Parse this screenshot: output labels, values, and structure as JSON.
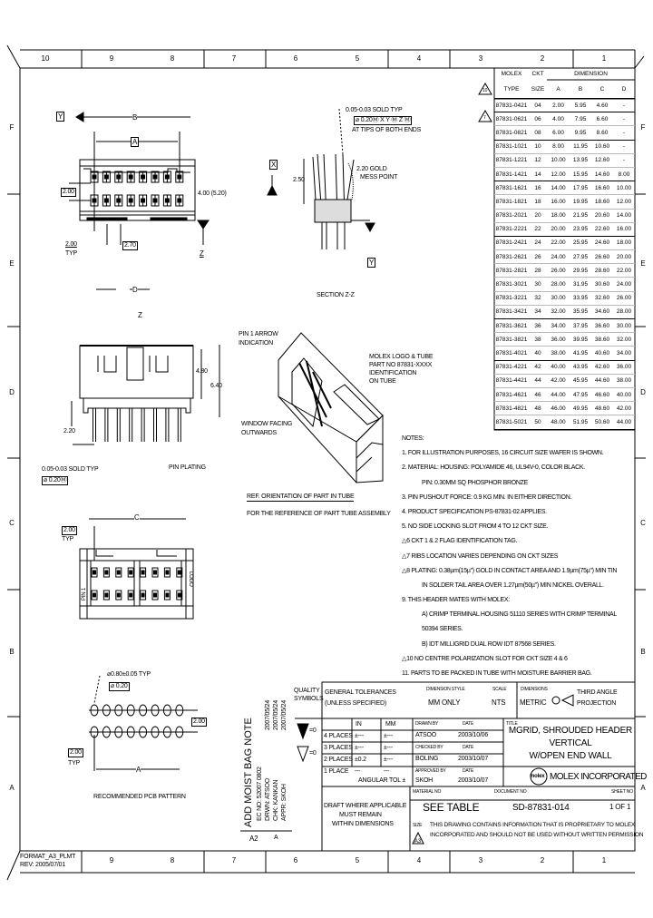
{
  "frame": {
    "columns": [
      "10",
      "9",
      "8",
      "7",
      "6",
      "5",
      "4",
      "3",
      "2",
      "1"
    ],
    "rows": [
      "F",
      "E",
      "D",
      "C",
      "B",
      "A"
    ],
    "format_label": "FORMAT_A3_PLMT",
    "format_revision": "REV: 2005/07/01"
  },
  "views": {
    "top": {
      "label_b": "B",
      "label_a": "A",
      "dim_pitch": "2.00",
      "dim_height": "4.00 (5.20)",
      "dim_left": "2.00",
      "dim_left_sub": "TYP",
      "dim_mid": "2.70",
      "datum_y": "Y",
      "datum_z": "Z"
    },
    "section": {
      "title": "SECTION Z-Z",
      "datum_x": "X",
      "datum_y": "Y",
      "dim_height": "2.50",
      "gold_note_1": "2.20 GOLD",
      "gold_note_2": "MESS POINT",
      "tol_note": "0.05-0.03 SOLD TYP",
      "tol_frame": "⌀ 0.20Ⓜ X Y Ⓜ Z Ⓜ",
      "tips_note": "AT TIPS OF BOTH ENDS"
    },
    "side": {
      "label_d": "D",
      "label_z": "Z",
      "dim_a": "4.80",
      "dim_b": "6.40",
      "dim_tail": "2.20",
      "tol_note": "0.05-0.03 SOLD TYP",
      "tol_frame": "⌀ 0.20Ⓜ",
      "pin_plating": "PIN PLATING"
    },
    "bottom": {
      "label_c": "C",
      "dim_pitch": "2.00",
      "dim_sub": "TYP",
      "mark_left": "PIN 1",
      "mark_right": "LOGO"
    },
    "pcb": {
      "title": "RECOMMENDED PCB PATTERN",
      "hole_note": "⌀0.80±0.05 TYP",
      "hole_frame": "⌀ 0.20",
      "dim_row": "2.00",
      "dim_pitch": "2.00",
      "dim_sub": "TYP",
      "label_a": "A"
    },
    "iso": {
      "pin1": "PIN 1 ARROW",
      "pin1b": "INDICATION",
      "logo1": "MOLEX LOGO & TUBE",
      "logo2": "PART NO 87831-XXXX",
      "logo3": "IDENTIFICATION",
      "logo4": "ON TUBE",
      "window1": "WINDOW FACING",
      "window2": "OUTWARDS",
      "ref1": "REF. ORIENTATION OF PART IN TUBE",
      "ref2": "FOR THE REFERENCE OF PART TUBE ASSEMBLY"
    }
  },
  "table": {
    "header": {
      "part": "MOLEX",
      "part2": "TYPE",
      "ckt": "CKT",
      "ckt2": "SIZE",
      "dimension": "DIMENSION",
      "a": "A",
      "b": "B",
      "c": "C",
      "d": "D"
    },
    "rows": [
      [
        "87831-0421",
        "04",
        "2.00",
        "5.95",
        "4.60",
        "-"
      ],
      [
        "87831-0621",
        "06",
        "4.00",
        "7.95",
        "6.60",
        "-"
      ],
      [
        "87831-0821",
        "08",
        "6.00",
        "9.95",
        "8.60",
        "-"
      ],
      [
        "87831-1021",
        "10",
        "8.00",
        "11.95",
        "10.60",
        "-"
      ],
      [
        "87831-1221",
        "12",
        "10.00",
        "13.95",
        "12.60",
        "-"
      ],
      [
        "87831-1421",
        "14",
        "12.00",
        "15.95",
        "14.60",
        "8.00"
      ],
      [
        "87831-1621",
        "16",
        "14.00",
        "17.95",
        "16.60",
        "10.00"
      ],
      [
        "87831-1821",
        "18",
        "16.00",
        "19.95",
        "18.60",
        "12.00"
      ],
      [
        "87831-2021",
        "20",
        "18.00",
        "21.95",
        "20.60",
        "14.00"
      ],
      [
        "87831-2221",
        "22",
        "20.00",
        "23.95",
        "22.60",
        "16.00"
      ],
      [
        "87831-2421",
        "24",
        "22.00",
        "25.95",
        "24.60",
        "18.00"
      ],
      [
        "87831-2621",
        "26",
        "24.00",
        "27.95",
        "26.60",
        "20.00"
      ],
      [
        "87831-2821",
        "28",
        "26.00",
        "29.95",
        "28.60",
        "22.00"
      ],
      [
        "87831-3021",
        "30",
        "28.00",
        "31.95",
        "30.60",
        "24.00"
      ],
      [
        "87831-3221",
        "32",
        "30.00",
        "33.95",
        "32.60",
        "26.00"
      ],
      [
        "87831-3421",
        "34",
        "32.00",
        "35.95",
        "34.60",
        "28.00"
      ],
      [
        "87831-3621",
        "36",
        "34.00",
        "37.95",
        "36.60",
        "30.00"
      ],
      [
        "87831-3821",
        "38",
        "36.00",
        "39.95",
        "38.60",
        "32.00"
      ],
      [
        "87831-4021",
        "40",
        "38.00",
        "41.95",
        "40.60",
        "34.00"
      ],
      [
        "87831-4221",
        "42",
        "40.00",
        "43.95",
        "42.60",
        "36.00"
      ],
      [
        "87831-4421",
        "44",
        "42.00",
        "45.95",
        "44.60",
        "38.00"
      ],
      [
        "87831-4621",
        "46",
        "44.00",
        "47.95",
        "46.60",
        "40.00"
      ],
      [
        "87831-4821",
        "48",
        "46.00",
        "49.95",
        "48.60",
        "42.00"
      ],
      [
        "87831-5021",
        "50",
        "48.00",
        "51.95",
        "50.60",
        "44.00"
      ]
    ],
    "flag_10": "10",
    "flag_7": "7"
  },
  "notes": {
    "title": "NOTES:",
    "items": [
      {
        "text": "1. FOR ILLUSTRATION PURPOSES, 16 CIRCUIT SIZE WAFER IS SHOWN.",
        "flag": false,
        "indent": false
      },
      {
        "text": "2. MATERIAL: HOUSING: POLYAMIDE 46, UL94V-0, COLOR BLACK.",
        "flag": false,
        "indent": false
      },
      {
        "text": "PIN: 0.30MM SQ PHOSPHOR BRONZE",
        "flag": false,
        "indent": true
      },
      {
        "text": "3. PIN PUSHOUT FORCE: 0.9 KG MIN. IN EITHER DIRECTION.",
        "flag": false,
        "indent": false
      },
      {
        "text": "4. PRODUCT SPECIFICATION PS-87831-02 APPLIES.",
        "flag": false,
        "indent": false
      },
      {
        "text": "5. NO SIDE LOCKING SLOT FROM 4 TO 12 CKT SIZE.",
        "flag": false,
        "indent": false
      },
      {
        "text": "CKT 1 & 2 FLAG IDENTIFICATION TAG.",
        "flag": "6",
        "indent": false
      },
      {
        "text": "RIBS LOCATION VARIES DEPENDING ON CKT SIZES",
        "flag": "7",
        "indent": false
      },
      {
        "text": "PLATING: 0.38µm(15µ\") GOLD IN CONTACT AREA AND 1.9µm(75µ\") MIN TIN",
        "flag": "8",
        "indent": false
      },
      {
        "text": "IN SOLDER TAIL AREA OVER 1.27µm(50µ\") MIN NICKEL OVERALL.",
        "flag": false,
        "indent": true
      },
      {
        "text": "9. THIS HEADER MATES WITH MOLEX:",
        "flag": false,
        "indent": false
      },
      {
        "text": "A) CRIMP TERMINAL HOUSING 51110 SERIES WITH CRIMP TERMINAL",
        "flag": false,
        "indent": true
      },
      {
        "text": "50394 SERIES.",
        "flag": false,
        "indent": true
      },
      {
        "text": "B) IDT MILLIGRID DUAL ROW IDT 87568 SERIES.",
        "flag": false,
        "indent": true
      },
      {
        "text": "NO CENTRE POLARIZATION SLOT FOR CKT SIZE 4 & 6",
        "flag": "10",
        "indent": false
      },
      {
        "text": "11. PARTS TO BE PACKED IN TUBE WITH MOISTURE BARRIER BAG.",
        "flag": false,
        "indent": false
      }
    ]
  },
  "revision": {
    "title": "ADD MOIST BAG NOTE",
    "ec": "EC NO: 52007 0802",
    "drwn": "DRWN: ATSOO",
    "chkd": "CHK: KANKAN",
    "appr": "APPR: SKOH",
    "d1": "2007/05/24",
    "d2": "2007/05/24",
    "d3": "2007/05/24",
    "rev": "A2",
    "rev_flag": "A"
  },
  "title_block": {
    "quality_symbols": "QUALITY SYMBOLS",
    "general_tolerances": "GENERAL TOLERANCES",
    "unless_specified": "(UNLESS SPECIFIED)",
    "dimension_style_label": "DIMENSION STYLE",
    "dimension_style": "MM ONLY",
    "scale_label": "SCALE",
    "scale": "NTS",
    "dimensions_label": "DIMENSIONS",
    "dimensions": "METRIC",
    "projection": "THIRD ANGLE",
    "projection2": "PROJECTION",
    "tol_cols": [
      "IN",
      "MM"
    ],
    "tol_rows": [
      [
        "4 PLACES",
        "±---",
        "±---"
      ],
      [
        "3 PLACES",
        "±---",
        "±---"
      ],
      [
        "2 PLACES",
        "±0.2",
        "±---"
      ],
      [
        "1 PLACE",
        "---",
        "---"
      ]
    ],
    "angular": "ANGULAR TOL ±",
    "sym1": "=0",
    "sym2": "=0",
    "drawn_by_label": "DRAWN BY",
    "drawn_by": "ATSOO",
    "drawn_date_label": "DATE",
    "drawn_date": "2003/10/06",
    "checked_by_label": "CHECKED BY",
    "checked_by": "BOLING",
    "checked_date_label": "DATE",
    "checked_date": "2003/10/07",
    "approved_by_label": "APPROVED BY",
    "approved_by": "SKOH",
    "approved_date_label": "DATE",
    "approved_date": "2003/10/07",
    "title_label": "TITLE",
    "title_1": "MGRID, SHROUDED HEADER",
    "title_2": "VERTICAL",
    "title_3": "W/OPEN END WALL",
    "logo": "molex",
    "company": "MOLEX INCORPORATED",
    "draft_1": "DRAFT WHERE APPLICABLE",
    "draft_2": "MUST REMAIN",
    "draft_3": "WITHIN DIMENSIONS",
    "material_label": "MATERIAL NO",
    "material": "SEE TABLE",
    "document_label": "DOCUMENT NO",
    "document": "SD-87831-014",
    "sheet_label": "SHEET NO",
    "sheet": "1 OF 1",
    "size_label": "SIZE",
    "size": "A3",
    "proprietary_1": "THIS DRAWING CONTAINS INFORMATION THAT IS PROPRIETARY TO MOLEX",
    "proprietary_2": "INCORPORATED AND SHOULD NOT BE USED WITHOUT WRITTEN PERMISSION"
  }
}
